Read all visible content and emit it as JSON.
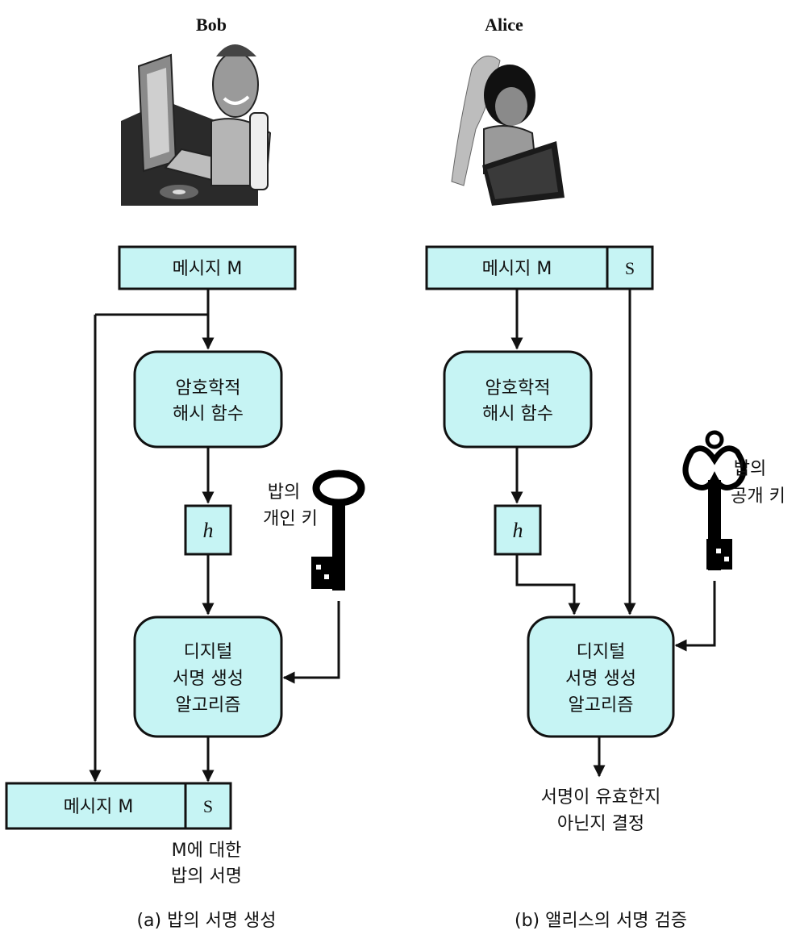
{
  "bob": {
    "name": "Bob",
    "message_box": "메시지 M",
    "hash_line1": "암호학적",
    "hash_line2": "해시 함수",
    "hash_value": "h",
    "key_line1": "밥의",
    "key_line2": "개인 키",
    "alg_line1": "디지털",
    "alg_line2": "서명 생성",
    "alg_line3": "알고리즘",
    "out_message": "메시지 M",
    "out_sig": "S",
    "sig_note_line1": "M에 대한",
    "sig_note_line2": "밥의 서명",
    "caption": "(a) 밥의 서명 생성"
  },
  "alice": {
    "name": "Alice",
    "message_box": "메시지 M",
    "sig_box": "S",
    "hash_line1": "암호학적",
    "hash_line2": "해시 함수",
    "hash_value": "h",
    "key_line1": "밥의",
    "key_line2": "공개 키",
    "alg_line1": "디지털",
    "alg_line2": "서명 생성",
    "alg_line3": "알고리즘",
    "result_line1": "서명이 유효한지",
    "result_line2": "아닌지 결정",
    "caption": "(b) 앨리스의 서명 검증"
  },
  "colors": {
    "box_fill": "#c6f4f4",
    "line": "#111111"
  },
  "icons": [
    "bob-at-computer-illustration",
    "alice-at-laptop-illustration",
    "private-key-icon",
    "public-key-icon"
  ]
}
